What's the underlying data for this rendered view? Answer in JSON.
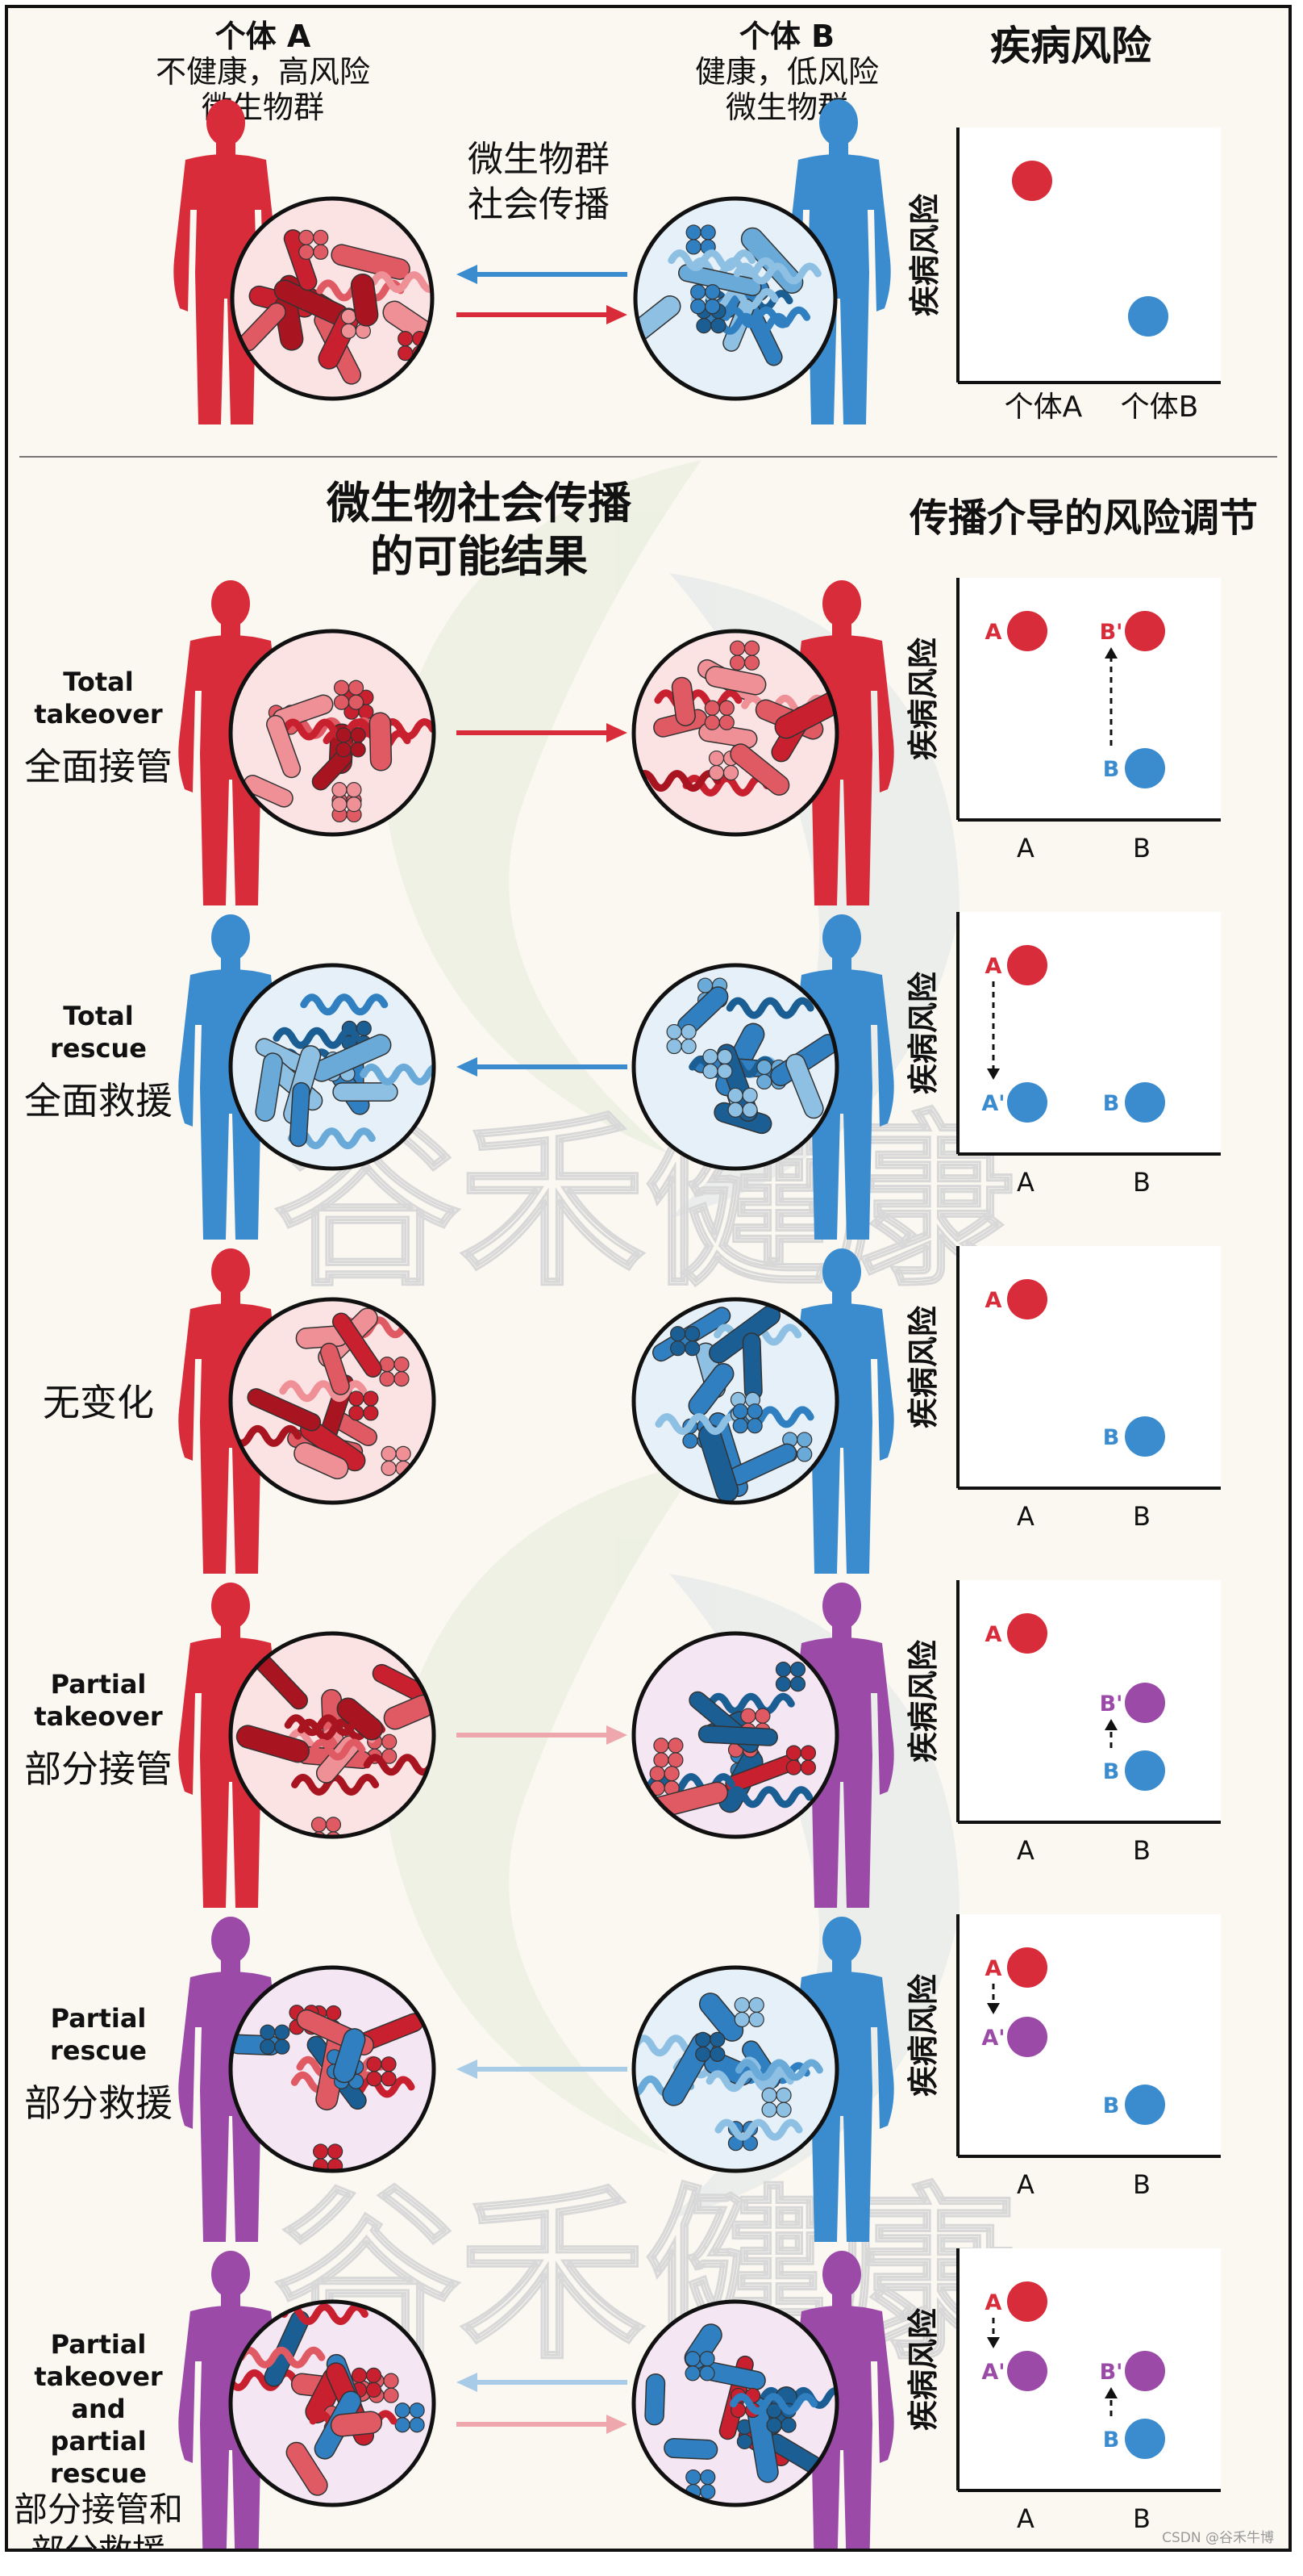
{
  "colors": {
    "red": "#d92c3b",
    "blue": "#3b8ccf",
    "purple": "#9b4aa8",
    "pale_red": "#eea8ad",
    "pale_blue": "#a8cbe7",
    "dark": "#111111",
    "background": "#fbf8f2"
  },
  "header": {
    "a_title": "个体 A",
    "a_line1": "不健康，高风险",
    "a_line2": "微生物群",
    "b_title": "个体 B",
    "b_line1": "健康，低风险",
    "b_line2": "微生物群",
    "transmission_line1": "微生物群",
    "transmission_line2": "社会传播",
    "risk_title": "疾病风险",
    "risk_ylabel": "疾病风险",
    "risk_x_a": "个体A",
    "risk_x_b": "个体B"
  },
  "section": {
    "outcomes_line1": "微生物社会传播",
    "outcomes_line2": "的可能结果",
    "risk_title": "传播介导的风险调节"
  },
  "plot_common": {
    "ylabel": "疾病风险",
    "x_a": "A",
    "x_b": "B"
  },
  "watermark": "谷禾健康",
  "footer": "CSDN @谷禾牛博",
  "scenarios": [
    {
      "en": [
        "Total",
        "takeover"
      ],
      "zh": "全面接管",
      "left": "red",
      "right": "red",
      "arrow_right": "red",
      "arrow_left": null,
      "points": {
        "a": {
          "label": "A",
          "risk": "high",
          "color": "red"
        },
        "b": {
          "label": "B",
          "risk": "low",
          "color": "blue"
        },
        "b_prime": {
          "label": "B'",
          "risk": "high",
          "color": "red"
        }
      }
    },
    {
      "en": [
        "Total",
        "rescue"
      ],
      "zh": "全面救援",
      "left": "blue",
      "right": "blue",
      "arrow_right": null,
      "arrow_left": "blue",
      "points": {
        "a": {
          "label": "A",
          "risk": "high",
          "color": "red"
        },
        "a_prime": {
          "label": "A'",
          "risk": "low",
          "color": "blue"
        },
        "b": {
          "label": "B",
          "risk": "low",
          "color": "blue"
        }
      }
    },
    {
      "en": [],
      "zh": "无变化",
      "left": "red",
      "right": "blue",
      "arrow_right": null,
      "arrow_left": null,
      "points": {
        "a": {
          "label": "A",
          "risk": "high",
          "color": "red"
        },
        "b": {
          "label": "B",
          "risk": "low",
          "color": "blue"
        }
      }
    },
    {
      "en": [
        "Partial",
        "takeover"
      ],
      "zh": "部分接管",
      "left": "red",
      "right": "purple",
      "arrow_right": "pale_red",
      "arrow_left": null,
      "points": {
        "a": {
          "label": "A",
          "risk": "high",
          "color": "red"
        },
        "b": {
          "label": "B",
          "risk": "low",
          "color": "blue"
        },
        "b_prime": {
          "label": "B'",
          "risk": "mid",
          "color": "purple"
        }
      }
    },
    {
      "en": [
        "Partial",
        "rescue"
      ],
      "zh": "部分救援",
      "left": "purple",
      "right": "blue",
      "arrow_right": null,
      "arrow_left": "pale_blue",
      "points": {
        "a": {
          "label": "A",
          "risk": "high",
          "color": "red"
        },
        "a_prime": {
          "label": "A'",
          "risk": "mid",
          "color": "purple"
        },
        "b": {
          "label": "B",
          "risk": "low",
          "color": "blue"
        }
      }
    },
    {
      "en": [
        "Partial",
        "takeover",
        "and",
        "partial",
        "rescue"
      ],
      "zh_lines": [
        "部分接管和",
        "部分救援"
      ],
      "left": "purple",
      "right": "purple",
      "arrow_right": "pale_red",
      "arrow_left": "pale_blue",
      "points": {
        "a": {
          "label": "A",
          "risk": "high",
          "color": "red"
        },
        "a_prime": {
          "label": "A'",
          "risk": "mid",
          "color": "purple"
        },
        "b": {
          "label": "B",
          "risk": "low",
          "color": "blue"
        },
        "b_prime": {
          "label": "B'",
          "risk": "mid",
          "color": "purple"
        }
      }
    }
  ]
}
